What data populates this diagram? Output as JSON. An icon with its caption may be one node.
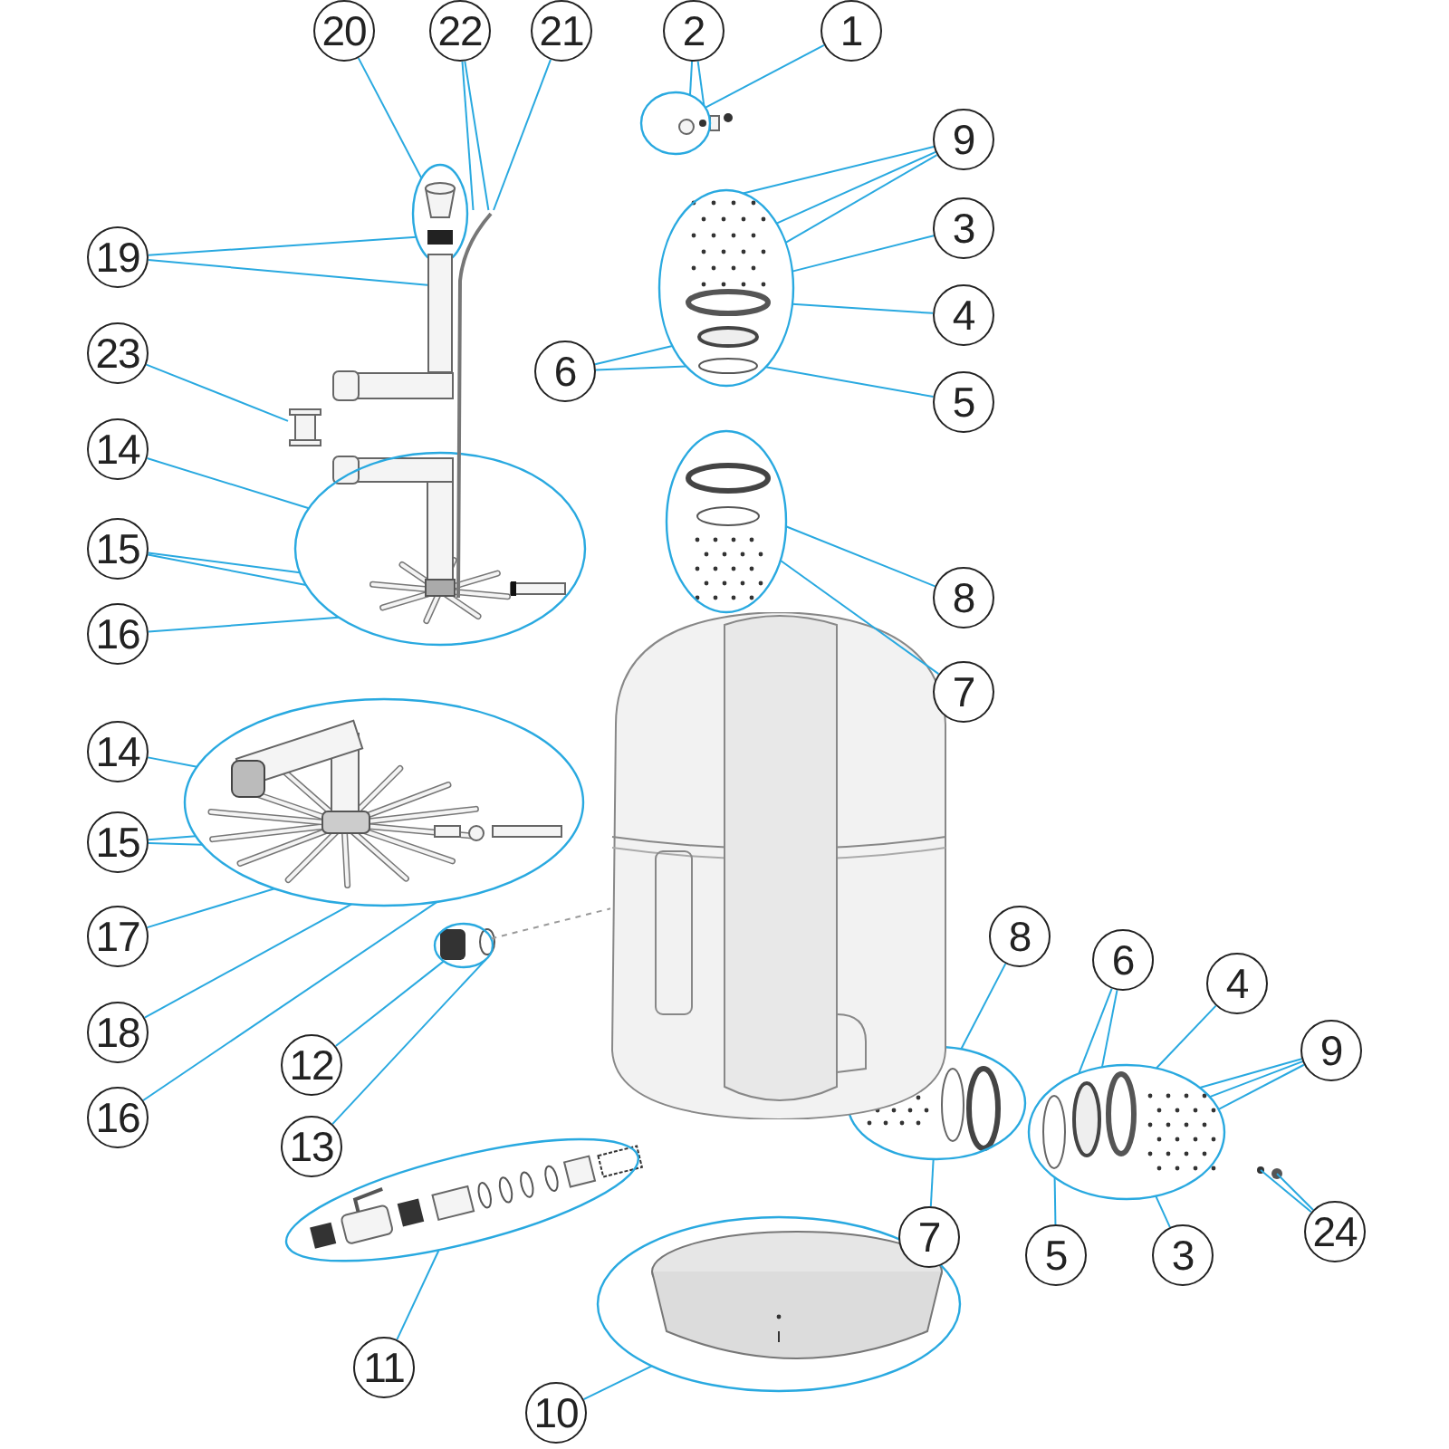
{
  "diagram": {
    "nodes": [
      {
        "text": [
          "20"
        ]
      },
      {
        "text": [
          "22"
        ]
      },
      {
        "text": [
          "21"
        ]
      },
      {
        "text": [
          "2"
        ]
      },
      {
        "text": [
          "1"
        ]
      },
      {
        "text": [
          "9"
        ]
      },
      {
        "text": [
          "3"
        ]
      },
      {
        "text": [
          "19"
        ]
      },
      {
        "text": [
          "4"
        ]
      },
      {
        "text": [
          "6"
        ]
      },
      {
        "text": [
          "5"
        ]
      },
      {
        "text": [
          "23"
        ]
      },
      {
        "text": [
          "14"
        ]
      },
      {
        "text": [
          "15"
        ]
      },
      {
        "text": [
          "8"
        ]
      },
      {
        "text": [
          "16"
        ]
      },
      {
        "text": [
          "7"
        ]
      },
      {
        "text": [
          "14"
        ]
      },
      {
        "text": [
          "15"
        ]
      },
      {
        "text": [
          "17"
        ]
      },
      {
        "text": [
          "18"
        ]
      },
      {
        "text": [
          "12"
        ]
      },
      {
        "text": [
          "8"
        ]
      },
      {
        "text": [
          "6"
        ]
      },
      {
        "text": [
          "4"
        ]
      },
      {
        "text": [
          "9"
        ]
      },
      {
        "text": [
          "16"
        ]
      },
      {
        "text": [
          "13"
        ]
      },
      {
        "text": [
          "7"
        ]
      },
      {
        "text": [
          "5"
        ]
      },
      {
        "text": [
          "3"
        ]
      },
      {
        "text": [
          "24"
        ]
      },
      {
        "text": [
          "11"
        ]
      },
      {
        "text": [
          "10"
        ]
      },
      {
        "text": [],
        "shape": "ellipse"
      },
      {
        "text": [],
        "shape": "ellipse"
      },
      {
        "text": [],
        "shape": "ellipse"
      },
      {
        "text": [],
        "shape": "ellipse"
      },
      {
        "text": [],
        "shape": "ellipse"
      },
      {
        "text": [],
        "shape": "ellipse"
      },
      {
        "text": [],
        "shape": "ellipse"
      },
      {
        "text": [],
        "shape": "ellipse"
      },
      {
        "text": [],
        "shape": "ellipse"
      },
      {
        "text": [],
        "shape": "ellipse"
      },
      {
        "text": [],
        "shape": "ellipse"
      },
      {
        "text": [],
        "shape": "picture"
      },
      {
        "text": [],
        "shape": "picture"
      },
      {
        "text": [],
        "shape": "bar"
      },
      {
        "text": [],
        "shape": "picture"
      }
    ],
    "edges": [
      {
        "from": 0,
        "to": 34,
        "arrow": "none"
      },
      {
        "from": 1,
        "to": 46,
        "arrow": "none"
      },
      {
        "from": 1,
        "to": 46,
        "arrow": "none"
      },
      {
        "from": 2,
        "to": 46,
        "arrow": "none"
      },
      {
        "from": 3,
        "to": 35,
        "arrow": "none"
      },
      {
        "from": 3,
        "to": 35,
        "arrow": "none"
      },
      {
        "from": 4,
        "to": 35,
        "arrow": "none"
      },
      {
        "from": 5,
        "to": 36,
        "arrow": "none"
      },
      {
        "from": 5,
        "to": 36,
        "arrow": "none"
      },
      {
        "from": 5,
        "to": 36,
        "arrow": "none"
      },
      {
        "from": 6,
        "to": 36,
        "arrow": "none"
      },
      {
        "from": 7,
        "to": 34,
        "arrow": "none"
      },
      {
        "from": 7,
        "to": 47,
        "arrow": "none"
      },
      {
        "from": 8,
        "to": 36,
        "arrow": "none"
      },
      {
        "from": 9,
        "to": 36,
        "arrow": "none"
      },
      {
        "from": 9,
        "to": 36,
        "arrow": "none"
      },
      {
        "from": 10,
        "to": 36,
        "arrow": "none"
      },
      {
        "from": 11,
        "to": 48,
        "arrow": "none"
      },
      {
        "from": 12,
        "to": 38,
        "arrow": "none"
      },
      {
        "from": 13,
        "to": 38,
        "arrow": "none"
      },
      {
        "from": 13,
        "to": 38,
        "arrow": "none"
      },
      {
        "from": 14,
        "to": 37,
        "arrow": "none"
      },
      {
        "from": 15,
        "to": 38,
        "arrow": "none"
      },
      {
        "from": 16,
        "to": 37,
        "arrow": "none"
      },
      {
        "from": 17,
        "to": 39,
        "arrow": "none"
      },
      {
        "from": 18,
        "to": 39,
        "arrow": "none"
      },
      {
        "from": 18,
        "to": 39,
        "arrow": "none"
      },
      {
        "from": 19,
        "to": 39,
        "arrow": "none"
      },
      {
        "from": 20,
        "to": 39,
        "arrow": "none"
      },
      {
        "from": 21,
        "to": 40,
        "arrow": "none"
      },
      {
        "from": 22,
        "to": 43,
        "arrow": "none"
      },
      {
        "from": 23,
        "to": 44,
        "arrow": "none"
      },
      {
        "from": 23,
        "to": 44,
        "arrow": "none"
      },
      {
        "from": 24,
        "to": 44,
        "arrow": "none"
      },
      {
        "from": 25,
        "to": 44,
        "arrow": "none"
      },
      {
        "from": 25,
        "to": 44,
        "arrow": "none"
      },
      {
        "from": 25,
        "to": 44,
        "arrow": "none"
      },
      {
        "from": 26,
        "to": 39,
        "arrow": "none"
      },
      {
        "from": 27,
        "to": 40,
        "arrow": "none"
      },
      {
        "from": 28,
        "to": 43,
        "arrow": "none"
      },
      {
        "from": 29,
        "to": 44,
        "arrow": "none"
      },
      {
        "from": 30,
        "to": 44,
        "arrow": "none"
      },
      {
        "from": 31,
        "to": null,
        "arrow": "none"
      },
      {
        "from": 31,
        "to": null,
        "arrow": "none"
      },
      {
        "from": 32,
        "to": 41,
        "arrow": "none"
      },
      {
        "from": 33,
        "to": 42,
        "arrow": "none"
      },
      {
        "from": 40,
        "to": 45,
        "arrow": "none",
        "style": "dashed",
        "color": "#9a9a9a"
      }
    ]
  }
}
